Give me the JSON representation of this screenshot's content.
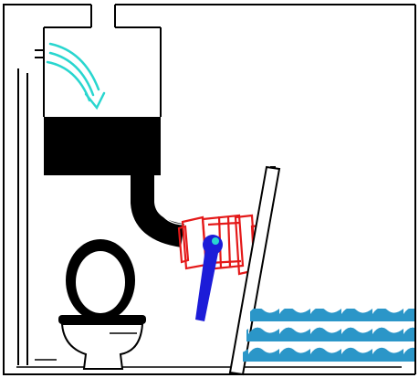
{
  "diagram": {
    "components": [
      {
        "id": "frame",
        "icon": "frame-icon"
      },
      {
        "id": "vent-pipe",
        "icon": "pipe-icon"
      },
      {
        "id": "airflow-arrows",
        "icon": "arrow-icon",
        "color": "#29d6cf"
      },
      {
        "id": "water-tank",
        "icon": "tank-icon",
        "color": "#000000"
      },
      {
        "id": "drain-pipe",
        "icon": "pipe-icon",
        "color": "#000000"
      },
      {
        "id": "valve",
        "icon": "valve-icon",
        "color": "#e41919"
      },
      {
        "id": "valve-handle",
        "icon": "lever-icon",
        "color": "#1c1cd8"
      },
      {
        "id": "gate",
        "icon": "gate-icon"
      },
      {
        "id": "toilet",
        "icon": "toilet-icon"
      },
      {
        "id": "water",
        "icon": "wave-icon",
        "color": "#2b96c8"
      }
    ]
  }
}
